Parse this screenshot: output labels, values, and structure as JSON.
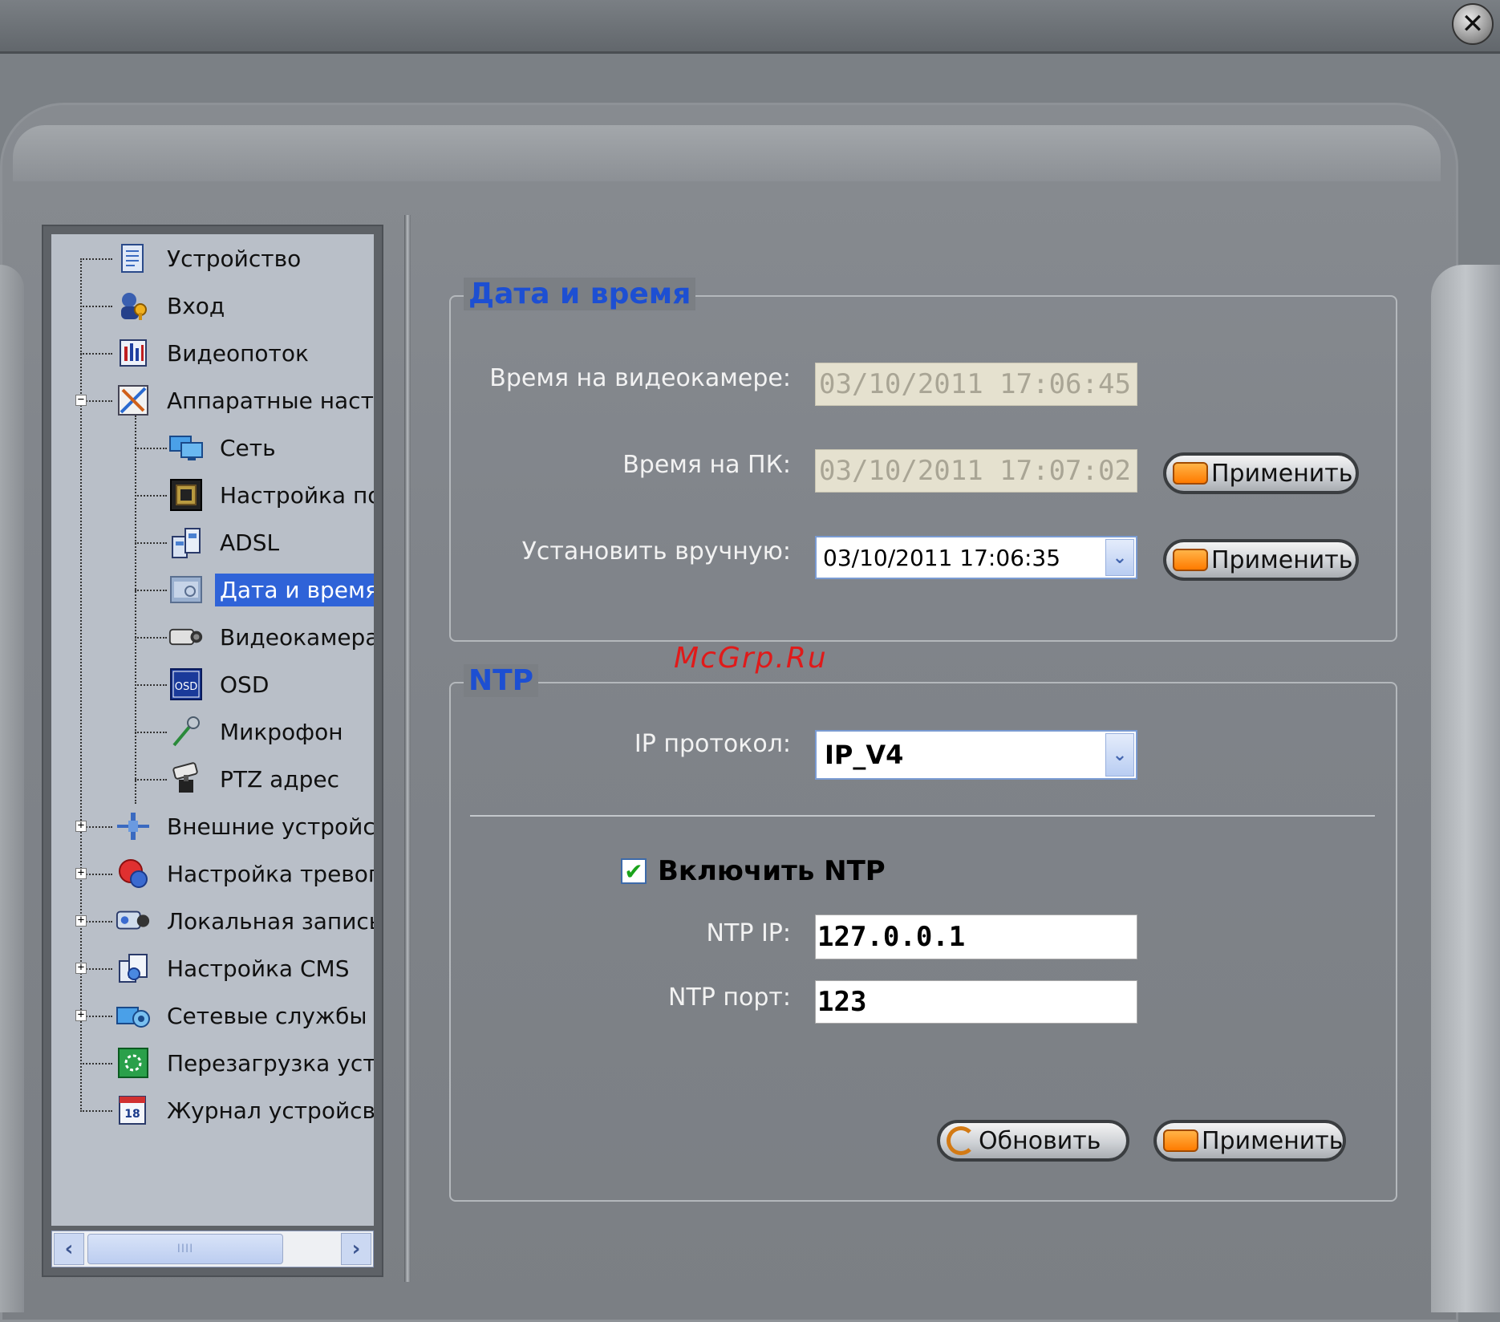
{
  "window": {
    "close_glyph": "✕"
  },
  "tree": {
    "items": [
      {
        "label": "Устройство",
        "icon": "device-icon"
      },
      {
        "label": "Вход",
        "icon": "login-icon"
      },
      {
        "label": "Видеопоток",
        "icon": "videostream-icon"
      },
      {
        "label": "Аппаратные настр",
        "icon": "hardware-settings-icon",
        "expanded": true
      },
      {
        "label": "Сеть",
        "icon": "network-icon"
      },
      {
        "label": "Настройка по",
        "icon": "port-settings-icon"
      },
      {
        "label": "ADSL",
        "icon": "adsl-icon"
      },
      {
        "label": "Дата и время",
        "icon": "datetime-icon",
        "selected": true
      },
      {
        "label": "Видеокамера",
        "icon": "camera-icon"
      },
      {
        "label": "OSD",
        "icon": "osd-icon"
      },
      {
        "label": "Микрофон",
        "icon": "microphone-icon"
      },
      {
        "label": "PTZ адрес",
        "icon": "ptz-icon"
      },
      {
        "label": "Внешние устройств",
        "icon": "external-devices-icon"
      },
      {
        "label": "Настройка тревоги",
        "icon": "alarm-icon"
      },
      {
        "label": "Локальная запись",
        "icon": "local-record-icon"
      },
      {
        "label": "Настройка CMS",
        "icon": "cms-icon"
      },
      {
        "label": "Сетевые службы",
        "icon": "network-services-icon"
      },
      {
        "label": "Перезагрузка устр",
        "icon": "reboot-icon"
      },
      {
        "label": "Журнал устройсва",
        "icon": "log-icon"
      }
    ],
    "expander_minus": "−",
    "expander_plus": "+",
    "osd_icon_text": "OSD",
    "log_icon_text": "18"
  },
  "scrollbar": {
    "left_arrow": "‹",
    "right_arrow": "›",
    "thumb_grip": "IIII"
  },
  "datetime_group": {
    "title": "Дата и время",
    "camera_time_label": "Время на видеокамере:",
    "camera_time_value": "03/10/2011 17:06:45",
    "pc_time_label": "Время на ПК:",
    "pc_time_value": "03/10/2011 17:07:02",
    "manual_label": "Установить вручную:",
    "manual_value": "03/10/2011  17:06:35",
    "apply_label": "Применить"
  },
  "ntp_group": {
    "title": "NTP",
    "ip_protocol_label": "IP протокол:",
    "ip_protocol_value": "IP_V4",
    "enable_label": "Включить NTP",
    "enable_checked": true,
    "check_glyph": "✔",
    "ntp_ip_label": "NTP IP:",
    "ntp_ip_value": "127.0.0.1",
    "ntp_port_label": "NTP порт:",
    "ntp_port_value": "123",
    "refresh_label": "Обновить",
    "apply_label": "Применить"
  },
  "watermark": "McGrp.Ru",
  "colors": {
    "group_title": "#1d4fd2",
    "selection": "#2f63d8",
    "watermark": "#e01a1a"
  }
}
